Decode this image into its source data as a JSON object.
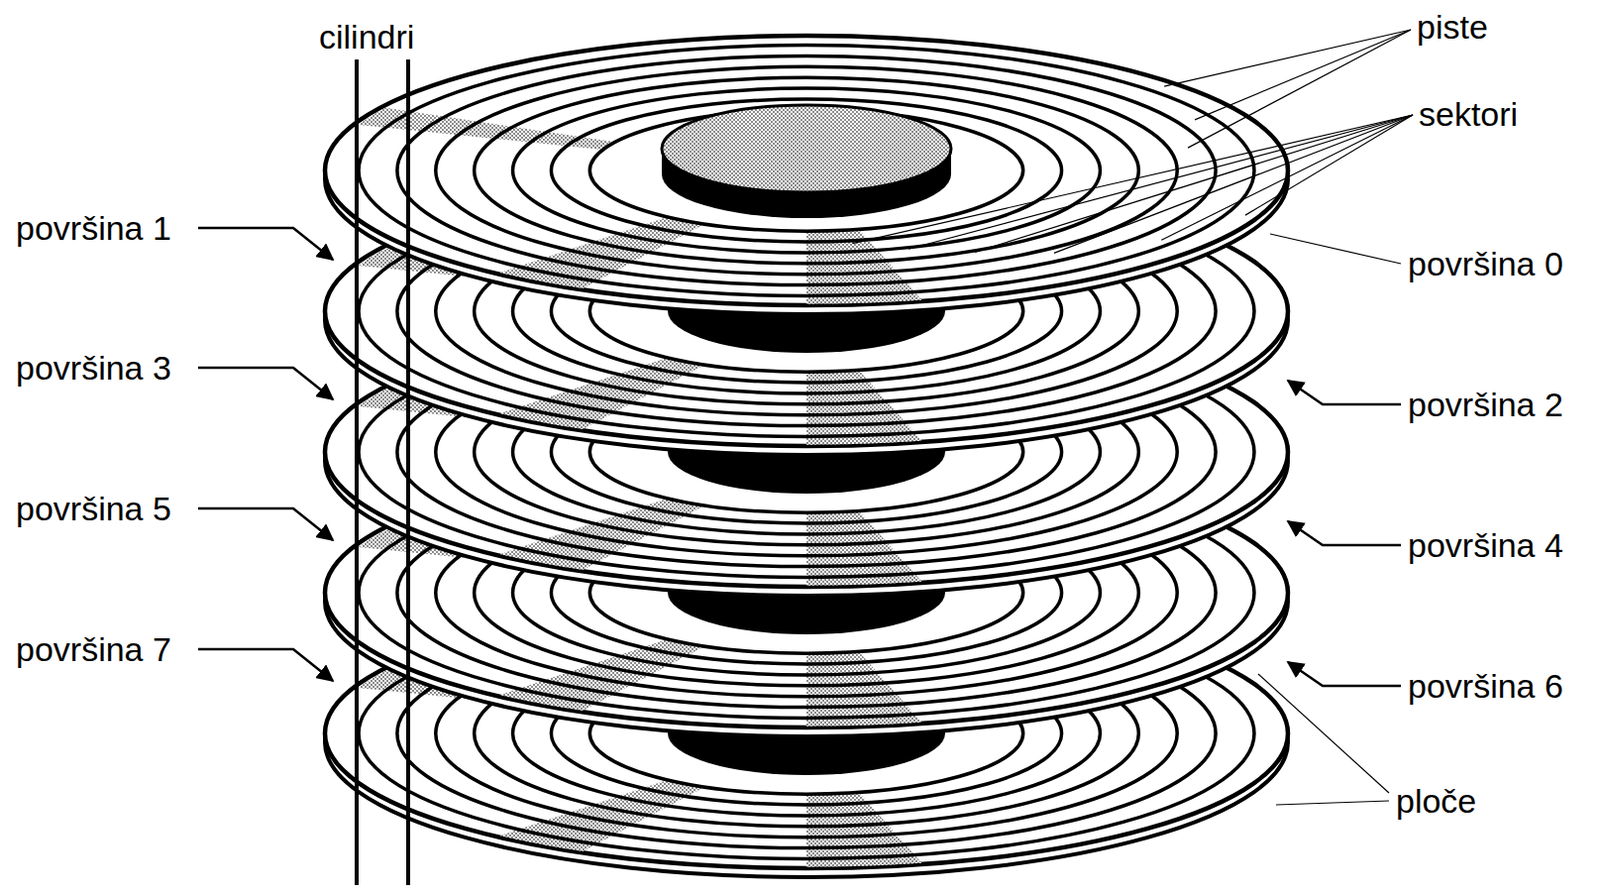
{
  "diagram": {
    "labels": [
      "cilindri",
      "piste",
      "sektori",
      "površina 1",
      "površina 0",
      "površina 3",
      "površina 2",
      "površina 5",
      "površina 4",
      "površina 7",
      "površina 6",
      "ploče"
    ]
  }
}
